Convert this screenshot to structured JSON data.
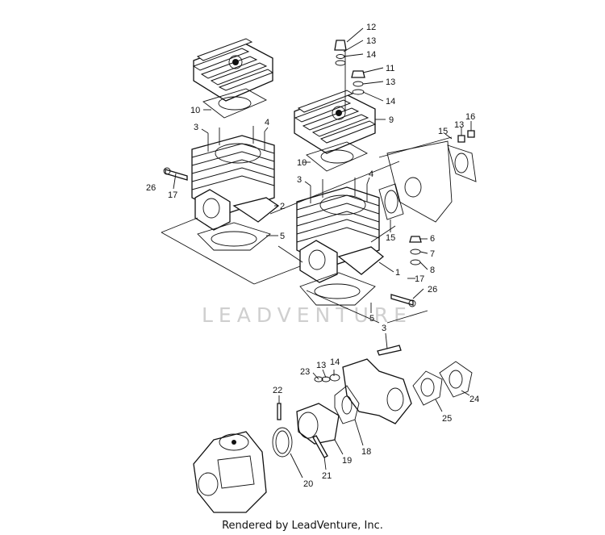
{
  "watermark": "LEADVENTURE",
  "footer": "Rendered by LeadVenture, Inc.",
  "callouts": {
    "c12": "12",
    "c13a": "13",
    "c14a": "14",
    "c11": "11",
    "c13b": "13",
    "c14b": "14",
    "c9": "9",
    "c10a": "10",
    "c3a": "3",
    "c4a": "4",
    "c26a": "26",
    "c17a": "17",
    "c2": "2",
    "c5a": "5",
    "c10b": "10",
    "c3b": "3",
    "c4b": "4",
    "c15a": "15",
    "c13c": "13",
    "c16": "16",
    "c15b": "15",
    "c6": "6",
    "c7": "7",
    "c8": "8",
    "c1": "1",
    "c17b": "17",
    "c26b": "26",
    "c5b": "5",
    "c3c": "3",
    "c13d": "13",
    "c14c": "14",
    "c23": "23",
    "c22": "22",
    "c24": "24",
    "c25": "25",
    "c18": "18",
    "c19": "19",
    "c20": "20",
    "c21": "21"
  }
}
